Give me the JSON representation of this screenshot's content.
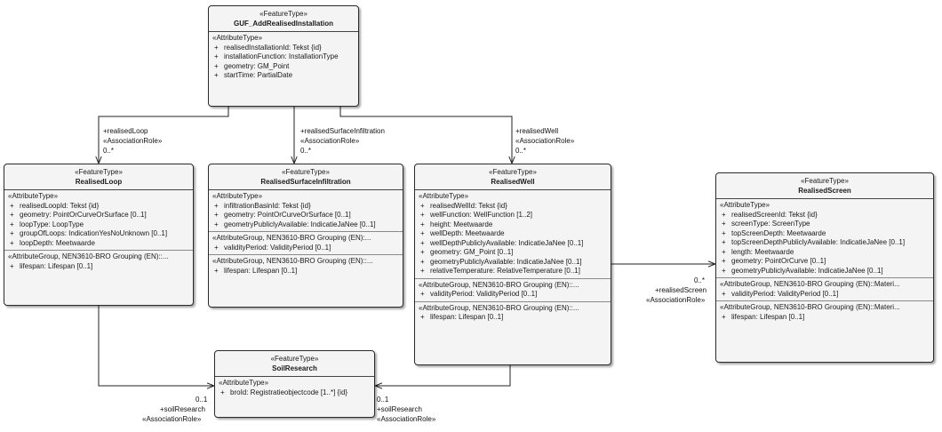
{
  "classes": {
    "guf": {
      "stereotype": "«FeatureType»",
      "name": "GUF_AddRealisedInstallation",
      "sections": [
        {
          "header": "«AttributeType»",
          "rows": [
            "realisedInstallationId: Tekst {id}",
            "installationFunction: InstallationType",
            "geometry: GM_Point",
            "startTime: PartialDate"
          ]
        }
      ]
    },
    "loop": {
      "stereotype": "«FeatureType»",
      "name": "RealisedLoop",
      "sections": [
        {
          "header": "«AttributeType»",
          "rows": [
            "realisedLoopId: Tekst {id}",
            "geometry: PointOrCurveOrSurface [0..1]",
            "loopType: LoopType",
            "groupOfLoops: IndicationYesNoUnknown [0..1]",
            "loopDepth: Meetwaarde"
          ]
        },
        {
          "header": "«AttributeGroup, NEN3610-BRO Grouping (EN)::...",
          "rows": [
            "lifespan: Lifespan [0..1]"
          ]
        }
      ]
    },
    "infiltration": {
      "stereotype": "«FeatureType»",
      "name": "RealisedSurfaceInfiltration",
      "sections": [
        {
          "header": "«AttributeType»",
          "rows": [
            "infiltrationBasinId: Tekst {id}",
            "geometry: PointOrCurveOrSurface [0..1]",
            "geometryPubliclyAvailable: IndicatieJaNee [0..1]"
          ]
        },
        {
          "header": "«AttributeGroup, NEN3610-BRO Grouping (EN):...",
          "rows": [
            "validityPeriod: ValidityPeriod [0..1]"
          ]
        },
        {
          "header": "«AttributeGroup, NEN3610-BRO Grouping (EN)::...",
          "rows": [
            "lifespan: Lifespan [0..1]"
          ]
        }
      ]
    },
    "well": {
      "stereotype": "«FeatureType»",
      "name": "RealisedWell",
      "sections": [
        {
          "header": "«AttributeType»",
          "rows": [
            "realisedWellId: Tekst {id}",
            "wellFunction: WellFunction [1..2]",
            "height: Meetwaarde",
            "wellDepth: Meetwaarde",
            "wellDepthPubliclyAvailable: IndicatieJaNee [0..1]",
            "geometry: GM_Point [0..1]",
            "geometryPubliclyAvailable: IndicatieJaNee [0..1]",
            "relativeTemperature: RelativeTemperature [0..1]"
          ]
        },
        {
          "header": "«AttributeGroup, NEN3610-BRO Grouping (EN)::...",
          "rows": [
            "validityPeriod: ValidityPeriod [0..1]"
          ]
        },
        {
          "header": "«AttributeGroup, NEN3610-BRO Grouping (EN)::...",
          "rows": [
            "lifespan: Lifespan [0..1]"
          ]
        }
      ]
    },
    "screen": {
      "stereotype": "«FeatureType»",
      "name": "RealisedScreen",
      "sections": [
        {
          "header": "«AttributeType»",
          "rows": [
            "realisedScreenId: Tekst {id}",
            "screenType: ScreenType",
            "topScreenDepth: Meetwaarde",
            "topScreenDepthPubliclyAvailable: IndicatieJaNee [0..1]",
            "length: Meetwaarde",
            "geometry: PointOrCurve [0..1]",
            "geometryPubliclyAvailable: IndicatieJaNee [0..1]"
          ]
        },
        {
          "header": "«AttributeGroup, NEN3610-BRO Grouping (EN)::Materi...",
          "rows": [
            "validityPeriod: ValidityPeriod [0..1]"
          ]
        },
        {
          "header": "«AttributeGroup, NEN3610-BRO Grouping (EN)::Materi...",
          "rows": [
            "lifespan: Lifespan [0..1]"
          ]
        }
      ]
    },
    "soil": {
      "stereotype": "«FeatureType»",
      "name": "SoilResearch",
      "sections": [
        {
          "header": "«AttributeType»",
          "rows": [
            "broId: Registratieobjectcode [1..*] {id}"
          ]
        }
      ]
    }
  },
  "row_marker": "+",
  "assoc": {
    "loop_role": "+realisedLoop",
    "loop_stereo": "«AssociationRole»",
    "loop_mult": "0..*",
    "inf_role": "+realisedSurfaceInfiltration",
    "inf_stereo": "«AssociationRole»",
    "inf_mult": "0..*",
    "well_role": "+realisedWell",
    "well_stereo": "«AssociationRole»",
    "well_mult": "0..*",
    "screen_mult": "0..*",
    "screen_role": "+realisedScreen",
    "screen_stereo": "«AssociationRole»",
    "soil1_mult": "0..1",
    "soil1_role": "+soilResearch",
    "soil1_stereo": "«AssociationRole»",
    "soil2_mult": "0..1",
    "soil2_role": "+soilResearch",
    "soil2_stereo": "«AssociationRole»"
  }
}
